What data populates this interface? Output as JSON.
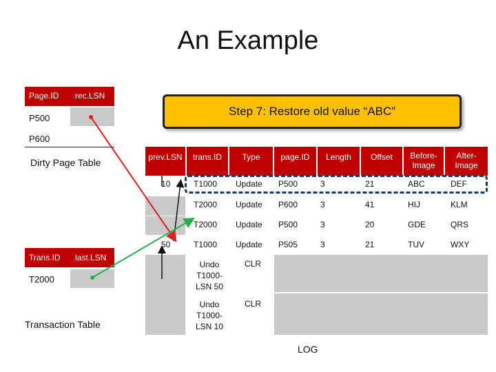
{
  "title": "An Example",
  "dirty_page_table": {
    "caption": "Dirty Page Table",
    "headers": [
      "Page.ID",
      "rec.LSN"
    ],
    "rows": [
      "P500",
      "P600"
    ]
  },
  "transaction_table": {
    "caption": "Transaction Table",
    "headers": [
      "Trans.ID",
      "last.LSN"
    ],
    "rows": [
      "T2000"
    ]
  },
  "step": "Step 7: Restore old value “ABC”",
  "log": {
    "caption": "LOG",
    "headers": [
      "prev.LSN",
      "trans.ID",
      "Type",
      "page.ID",
      "Length",
      "Offset",
      "Before-Image",
      "After-Image"
    ],
    "rows": [
      {
        "prev": "10",
        "trans": "T1000",
        "type": "Update",
        "page": "P500",
        "length": "3",
        "offset": "21",
        "before": "ABC",
        "after": "DEF"
      },
      {
        "prev": "",
        "trans": "T2000",
        "type": "Update",
        "page": "P600",
        "length": "3",
        "offset": "41",
        "before": "HIJ",
        "after": "KLM"
      },
      {
        "prev": "",
        "trans": "T2000",
        "type": "Update",
        "page": "P500",
        "length": "3",
        "offset": "20",
        "before": "GDE",
        "after": "QRS"
      },
      {
        "prev": "50",
        "trans": "T1000",
        "type": "Update",
        "page": "P505",
        "length": "3",
        "offset": "21",
        "before": "TUV",
        "after": "WXY"
      },
      {
        "prev": "",
        "trans": "Undo T1000-LSN 50",
        "type": "CLR"
      },
      {
        "prev": "",
        "trans": "Undo T1000-LSN 10",
        "type": "CLR"
      }
    ]
  },
  "colors": {
    "header_red": "#c00000",
    "callout": "#ffc000",
    "arrow_red": "#e02020",
    "arrow_green": "#22b04a",
    "row_gray": "#c9c9c9",
    "highlight": "#1f3864"
  }
}
